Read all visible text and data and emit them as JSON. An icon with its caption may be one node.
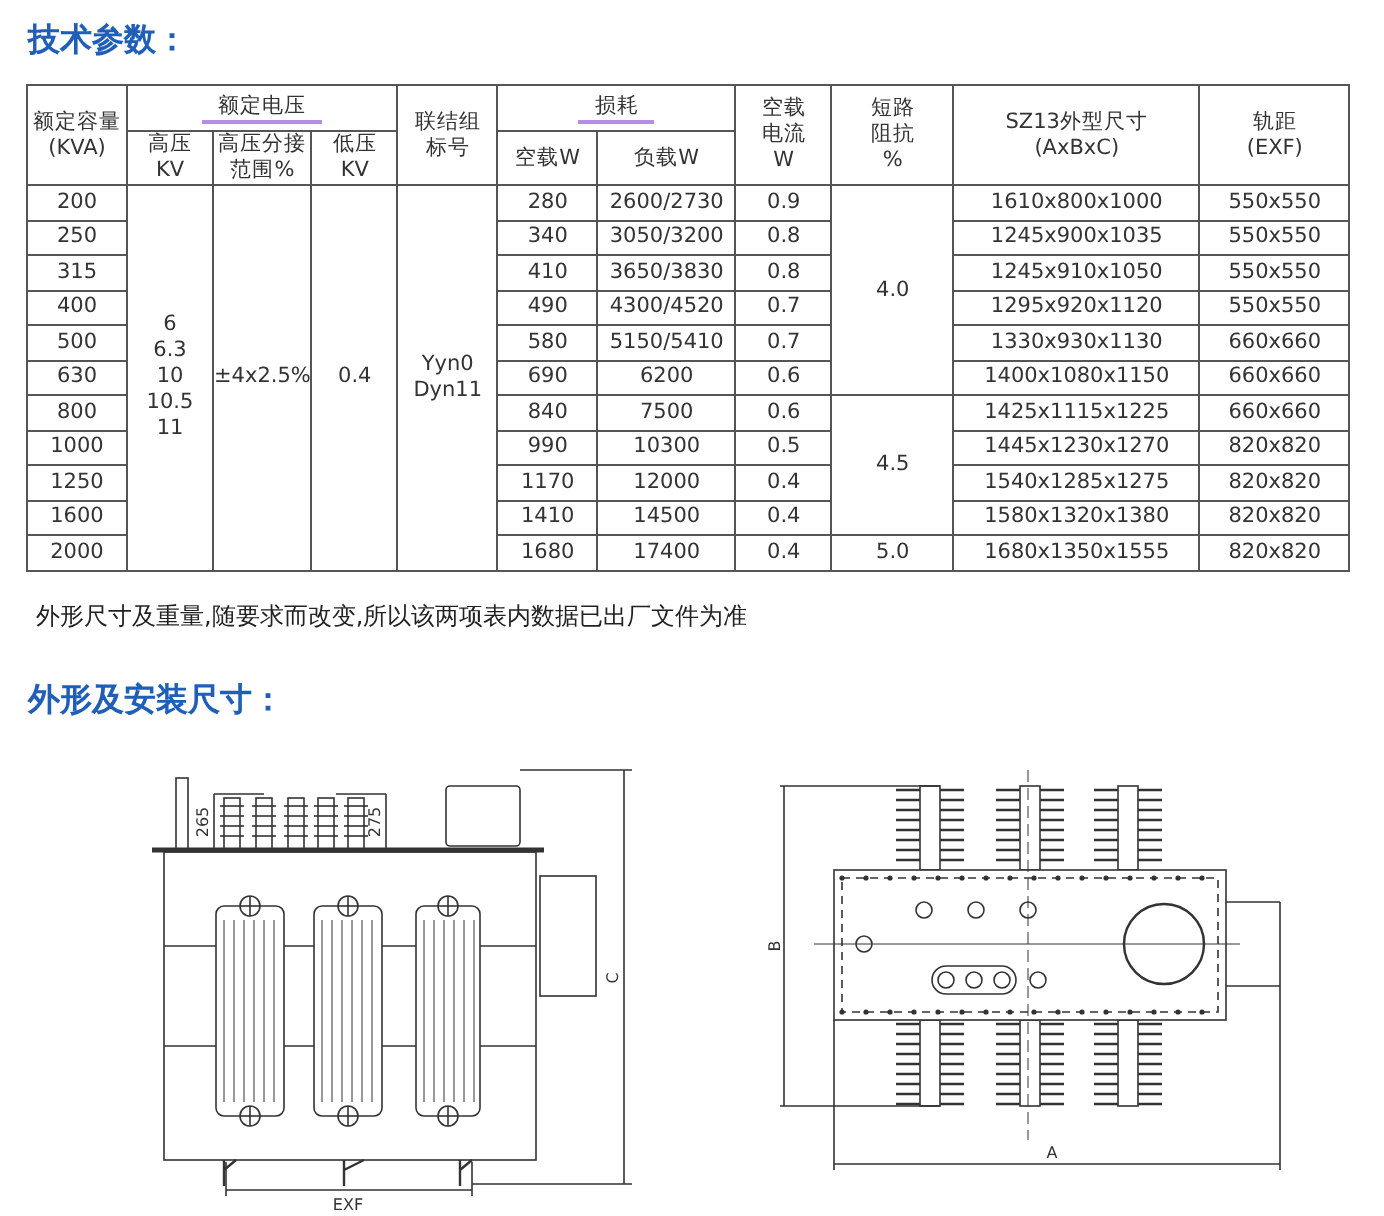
{
  "diagram": {
    "title": "技术参数：",
    "labels": [
      "额定容量 (KVA)",
      "额定电压",
      "联结组标号",
      "损耗",
      "空载电流 W",
      "短路阻抗 %",
      "SZ13外型尺寸 (AxBxC)",
      "轨距 (EXF)",
      "高压 KV",
      "高压分接范围%",
      "低压 KV",
      "空载W",
      "负载W",
      "200",
      "6 6.3 10 10.5 11",
      "±4x2.5%",
      "0.4",
      "Yyn0 Dyn11",
      "280",
      "2600/2730",
      "0.9",
      "4.0",
      "1610x800x1000",
      "550x550",
      "250",
      "340",
      "3050/3200",
      "0.8",
      "1245x900x1035",
      "550x550",
      "315",
      "410",
      "3650/3830",
      "0.8",
      "1245x910x1050",
      "550x550",
      "400",
      "490",
      "4300/4520",
      "0.7",
      "1295x920x1120",
      "550x550",
      "500",
      "580",
      "5150/5410",
      "0.7",
      "1330x930x1130",
      "660x660",
      "630",
      "690",
      "6200",
      "0.6",
      "1400x1080x1150",
      "660x660",
      "800",
      "840",
      "7500",
      "0.6",
      "4.5",
      "1425x1115x1225",
      "660x660",
      "1000",
      "990",
      "10300",
      "0.5",
      "1445x1230x1270",
      "820x820",
      "1250",
      "1170",
      "12000",
      "0.4",
      "1540x1285x1275",
      "820x820",
      "1600",
      "1410",
      "14500",
      "0.4",
      "1580x1320x1380",
      "820x820",
      "2000",
      "1680",
      "17400",
      "0.4",
      "5.0",
      "1680x1350x1555",
      "820x820",
      "外形尺寸及重量,随要求而改变,所以该两项表内数据已出厂文件为准",
      "外形及安装尺寸：",
      "265",
      "275",
      "C",
      "EXF",
      "B",
      "A"
    ]
  }
}
